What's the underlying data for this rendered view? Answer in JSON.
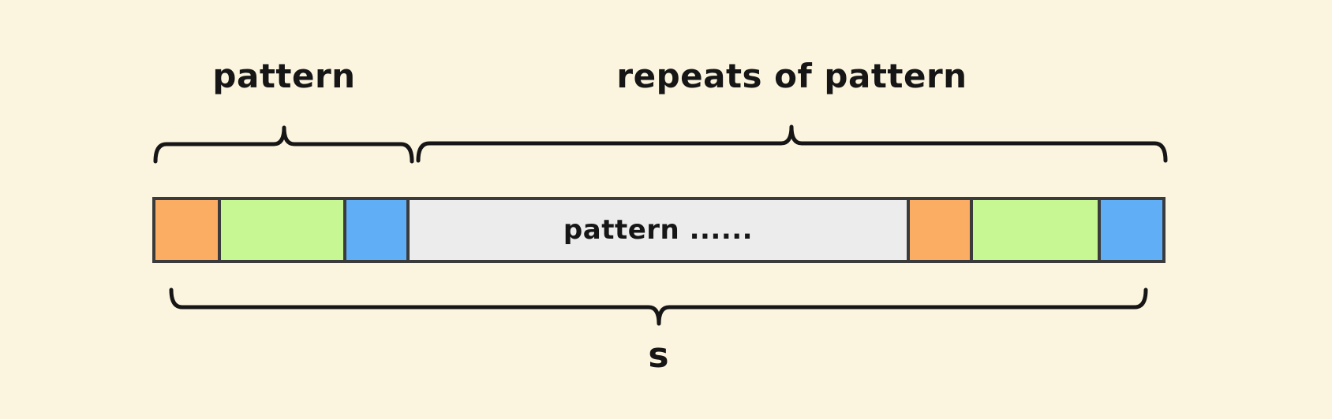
{
  "diagram": {
    "background_color": "#FBF4DF",
    "brace_color": "#161616",
    "bar_border_color": "#3B3B3B",
    "labels": {
      "pattern": "pattern",
      "repeats": "repeats of pattern",
      "s": "s"
    },
    "bar": {
      "segments": [
        {
          "name": "pattern-orange",
          "color": "#FBAD63",
          "text": ""
        },
        {
          "name": "pattern-green",
          "color": "#C6F792",
          "text": ""
        },
        {
          "name": "pattern-blue",
          "color": "#60AFF6",
          "text": ""
        },
        {
          "name": "repeats-gray",
          "color": "#ECECEC",
          "text": "pattern ......"
        },
        {
          "name": "repeat-orange",
          "color": "#FBAD63",
          "text": ""
        },
        {
          "name": "repeat-green",
          "color": "#C6F792",
          "text": ""
        },
        {
          "name": "repeat-blue",
          "color": "#60AFF6",
          "text": ""
        }
      ]
    }
  }
}
